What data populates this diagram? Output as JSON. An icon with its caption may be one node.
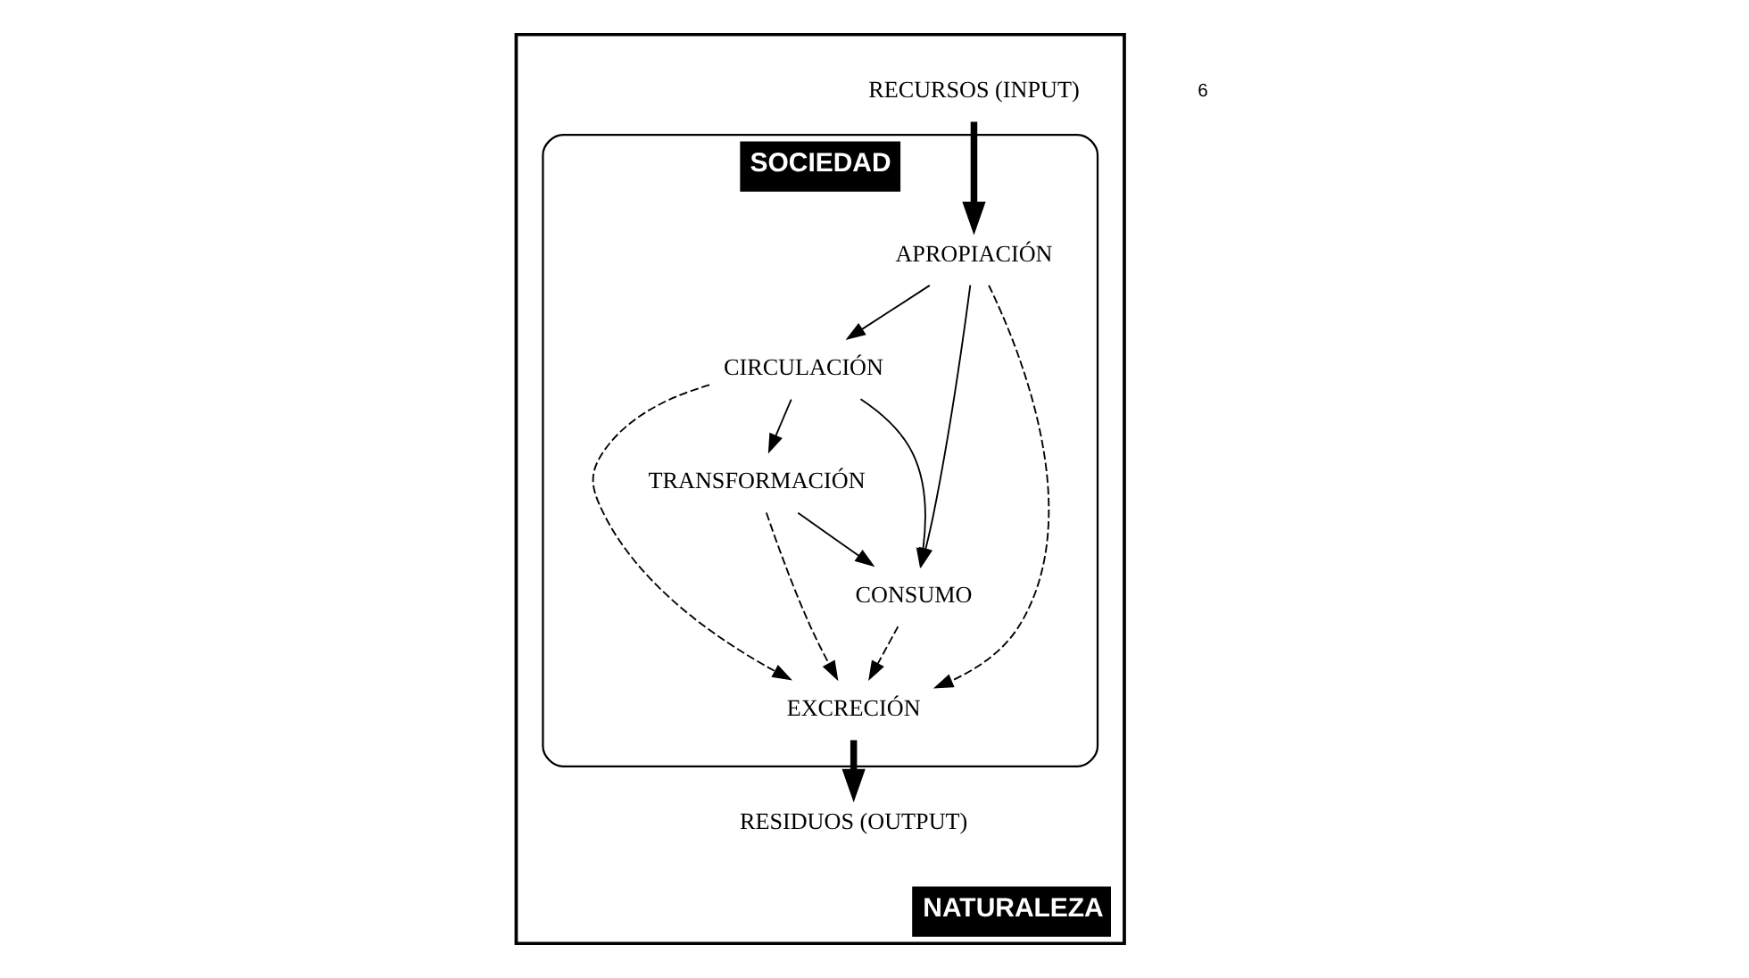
{
  "diagram": {
    "nodes": [
      {
        "text": [
          "NATURALEZA"
        ]
      },
      {
        "text": [
          "SOCIEDAD"
        ],
        "in": 0
      },
      {
        "text": [
          "APROPIACIÓN"
        ],
        "in": 1
      },
      {
        "text": [
          "CIRCULACIÓN"
        ],
        "in": 1
      },
      {
        "text": [
          "TRANSFORMACIÓN"
        ],
        "in": 1
      },
      {
        "text": [
          "CONSUMO"
        ],
        "in": 1
      },
      {
        "text": [
          "EXCRECIÓN"
        ],
        "in": 1
      },
      {
        "text": [
          "RECURSOS (INPUT)"
        ],
        "in": 0
      },
      {
        "text": [
          "RESIDUOS (OUTPUT)"
        ],
        "in": 0
      }
    ],
    "edges": [
      {
        "from": 7,
        "to": 2,
        "arrow": "to",
        "style": "thick"
      },
      {
        "from": 2,
        "to": 3,
        "arrow": "to"
      },
      {
        "from": 2,
        "to": 5,
        "arrow": "to"
      },
      {
        "from": 2,
        "to": 6,
        "arrow": "to",
        "style": "dashed"
      },
      {
        "from": 3,
        "to": 4,
        "arrow": "to"
      },
      {
        "from": 3,
        "to": 5,
        "arrow": "to"
      },
      {
        "from": 3,
        "to": 6,
        "arrow": "to",
        "style": "dashed"
      },
      {
        "from": 4,
        "to": 5,
        "arrow": "to"
      },
      {
        "from": 4,
        "to": 6,
        "arrow": "to",
        "style": "dashed"
      },
      {
        "from": 5,
        "to": 6,
        "arrow": "to",
        "style": "dashed"
      },
      {
        "from": 6,
        "to": 8,
        "arrow": "to",
        "style": "thick"
      }
    ],
    "labels": [
      "6"
    ]
  }
}
